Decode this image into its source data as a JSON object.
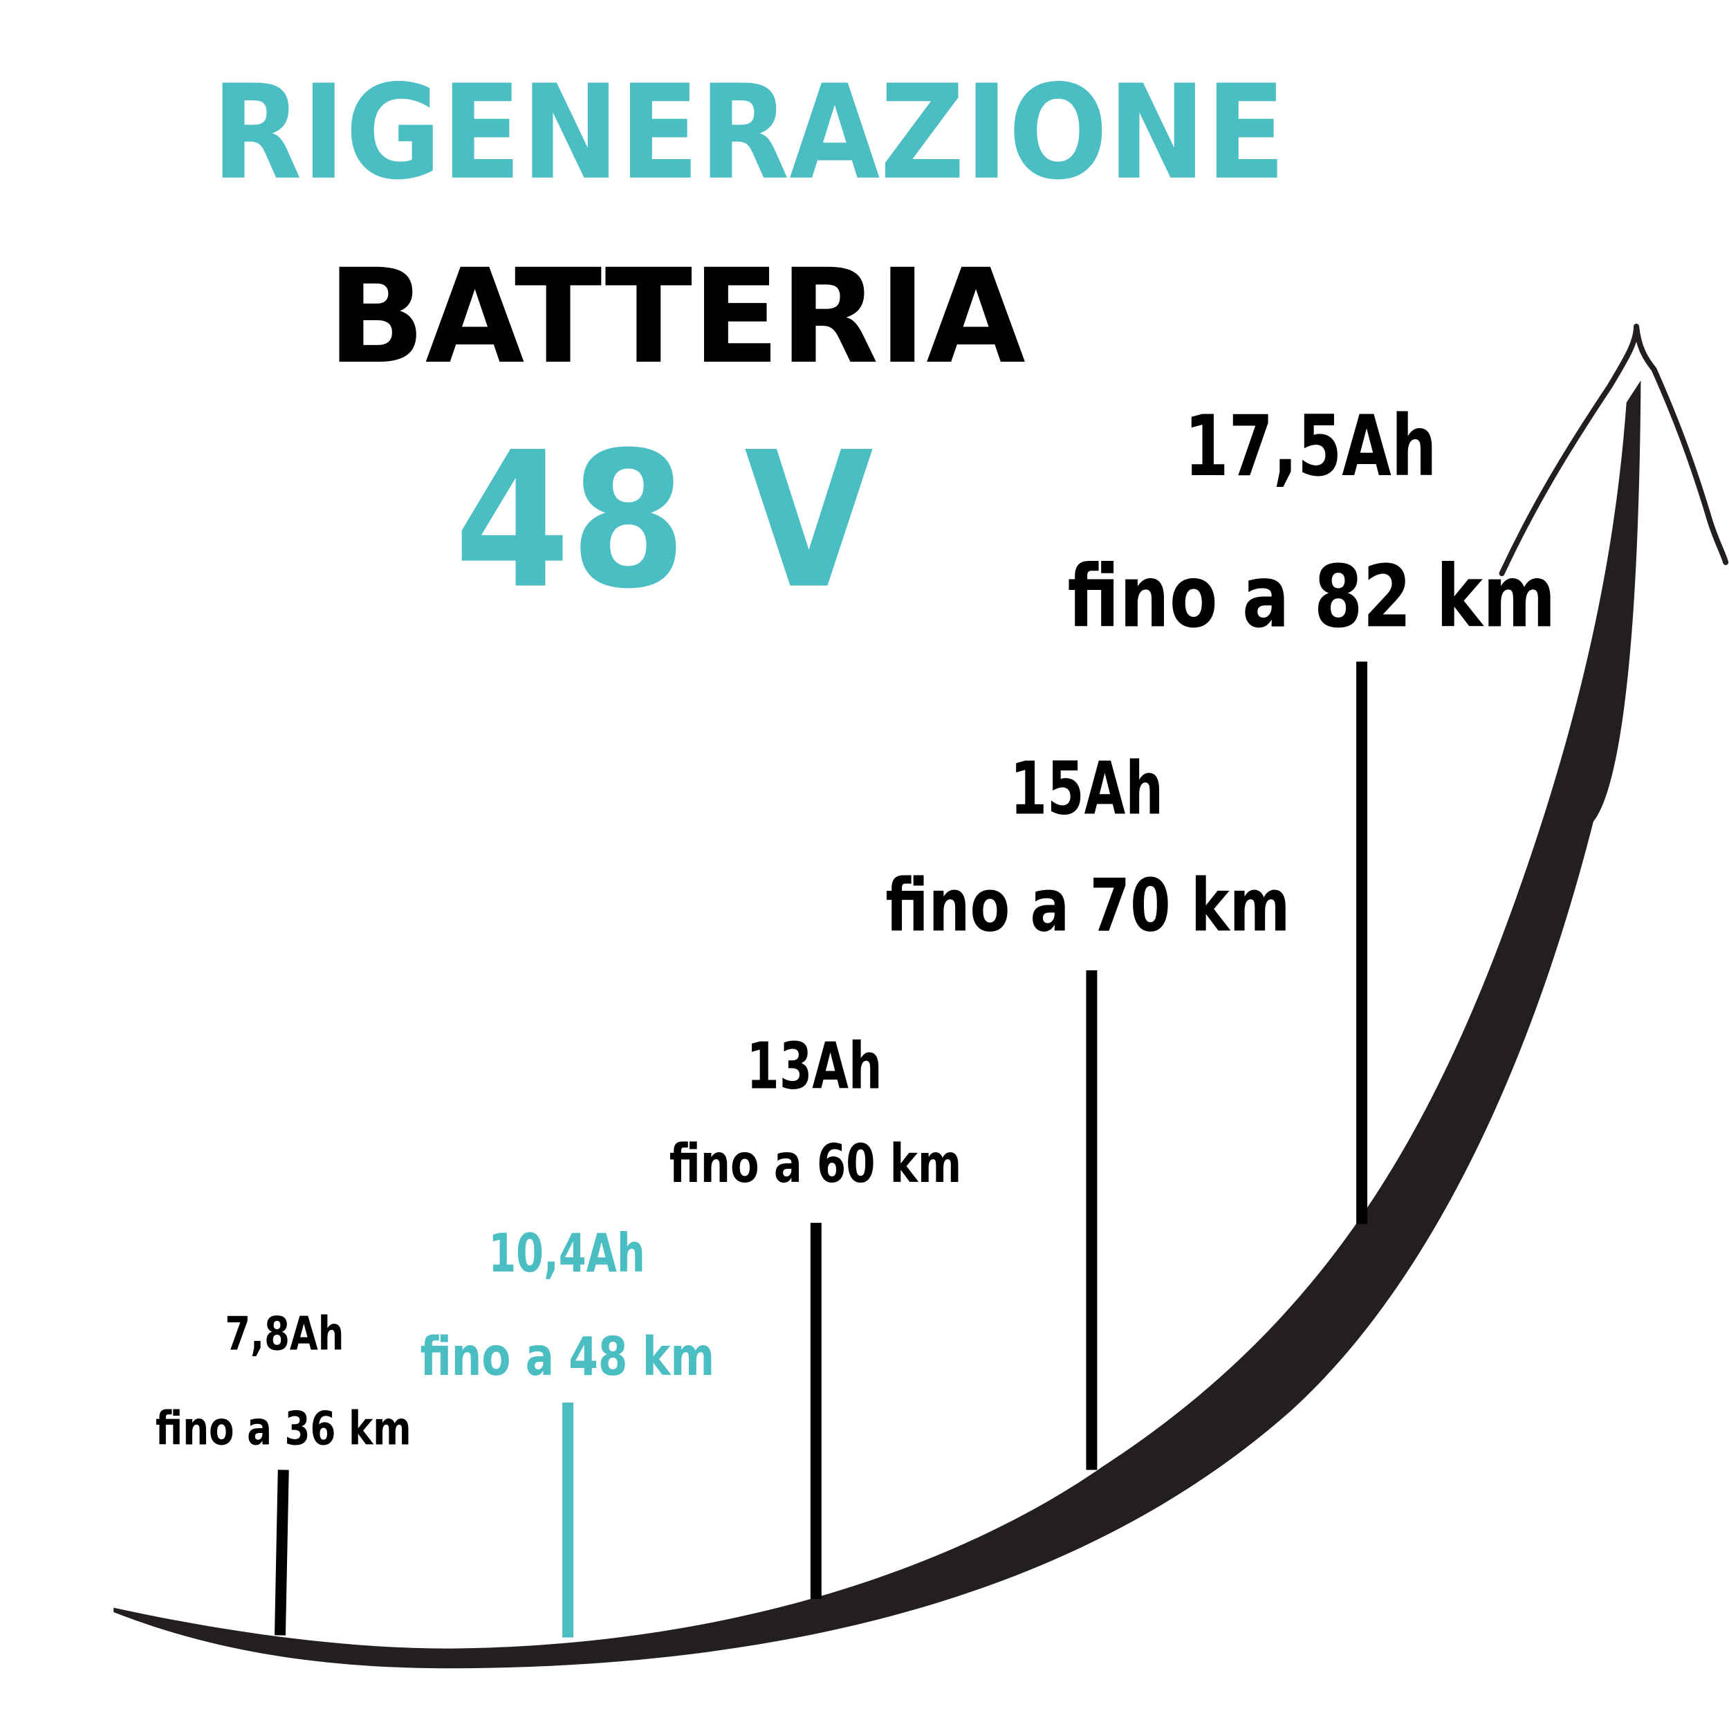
{
  "colors": {
    "accent": "#4bbec4",
    "dark": "#000000",
    "curve": "#231f20"
  },
  "title": {
    "line1": "RIGENERAZIONE",
    "line2": "BATTERIA",
    "voltage": "48 V"
  },
  "steps": [
    {
      "capacity": "7,8Ah",
      "range": "fino a 36 km",
      "highlighted": false
    },
    {
      "capacity": "10,4Ah",
      "range": "fino a 48 km",
      "highlighted": true
    },
    {
      "capacity": "13Ah",
      "range": "fino a 60 km",
      "highlighted": false
    },
    {
      "capacity": "15Ah",
      "range": "fino a 70 km",
      "highlighted": false
    },
    {
      "capacity": "17,5Ah",
      "range": "fino a 82 km",
      "highlighted": false
    }
  ]
}
